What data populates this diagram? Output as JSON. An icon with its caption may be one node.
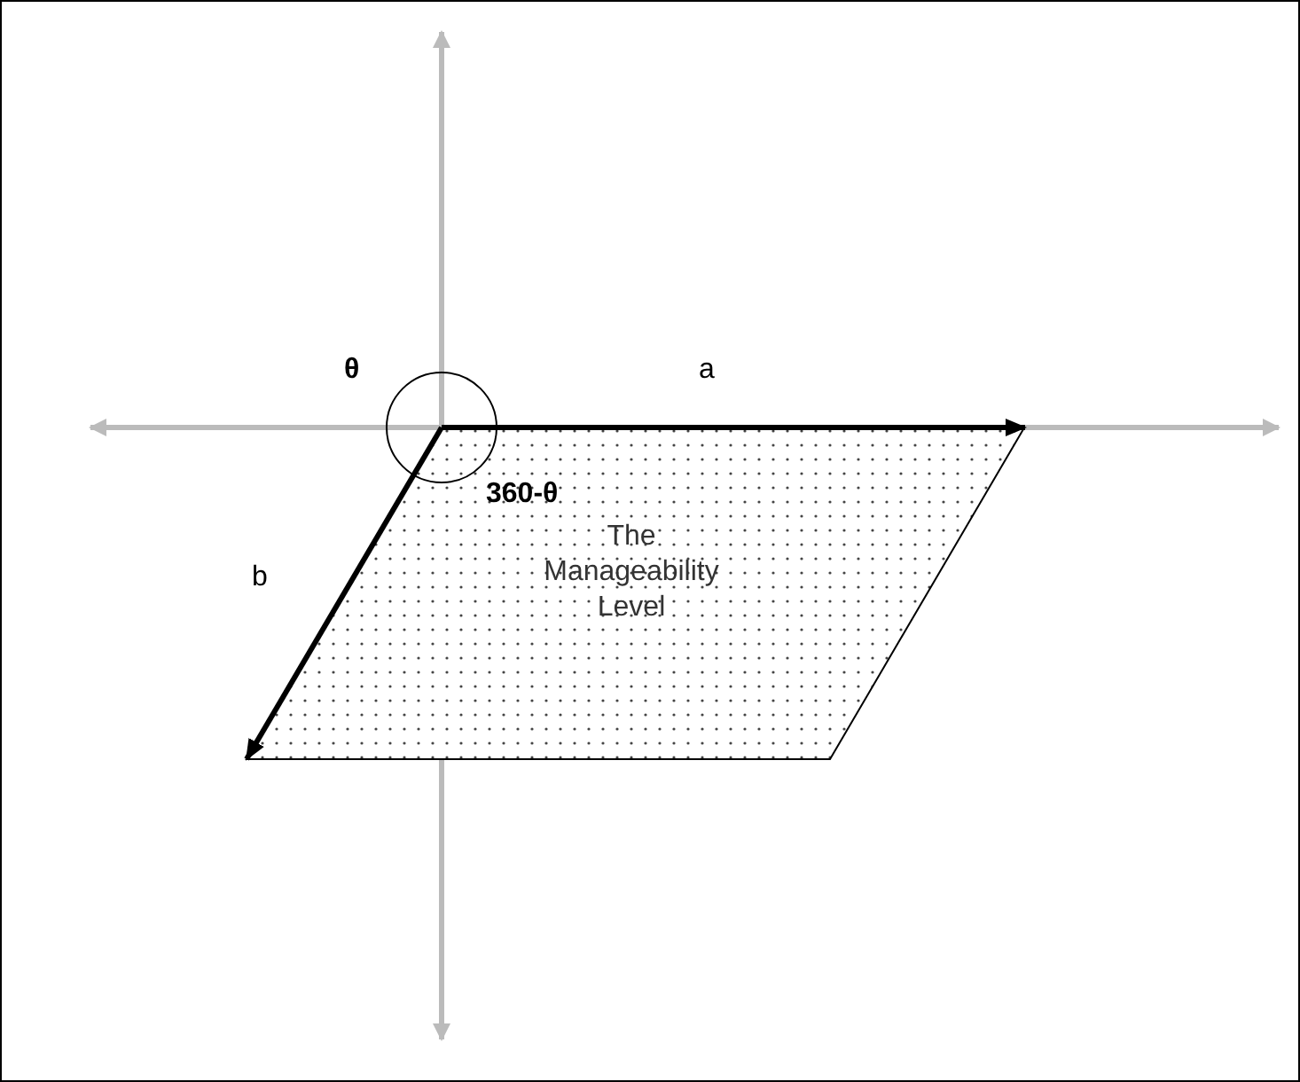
{
  "diagram": {
    "nodes": [
      {
        "text": [
          "The Manageability Level"
        ]
      }
    ],
    "labels": [
      "θ",
      "a",
      "360-θ",
      "b"
    ]
  }
}
